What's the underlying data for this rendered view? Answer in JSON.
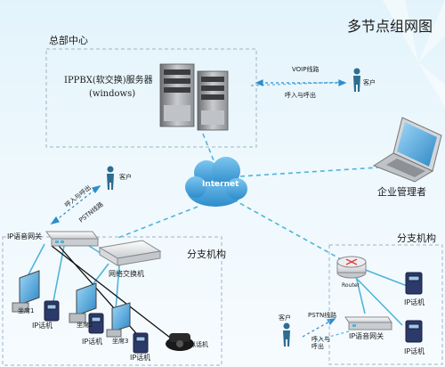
{
  "title": "多节点组网图",
  "hq": {
    "label": "总部中心",
    "server_line1": "IPPBX(软交换)服务器",
    "server_line2": "(windows)",
    "voip_trunk": "VOIP线路",
    "client": "客户",
    "call_in_out": "呼入与呼出"
  },
  "internet": "Internet",
  "admin": "企业管理者",
  "left_client": {
    "client": "客户",
    "call_in_out": "呼入与呼出",
    "pstn": "PSTN线路"
  },
  "branch_left": {
    "label": "分支机构",
    "gateway": "IP语音网关",
    "switch": "网络交换机",
    "seat1": "坐席1",
    "seat2": "坐席2",
    "seat3": "坐席3",
    "phone": "IP话机",
    "analog": "模拟话机"
  },
  "branch_right": {
    "label": "分支机构",
    "router": "Router",
    "gateway": "IP语音网关",
    "phone": "IP话机",
    "client": "客户",
    "pstn": "PSTN线路",
    "call_in_out": "呼入与\n呼出"
  },
  "colors": {
    "link": "#4fb4d8",
    "dashed_box": "#9fb4c4",
    "internet_cloud": "#4aa6dd"
  }
}
